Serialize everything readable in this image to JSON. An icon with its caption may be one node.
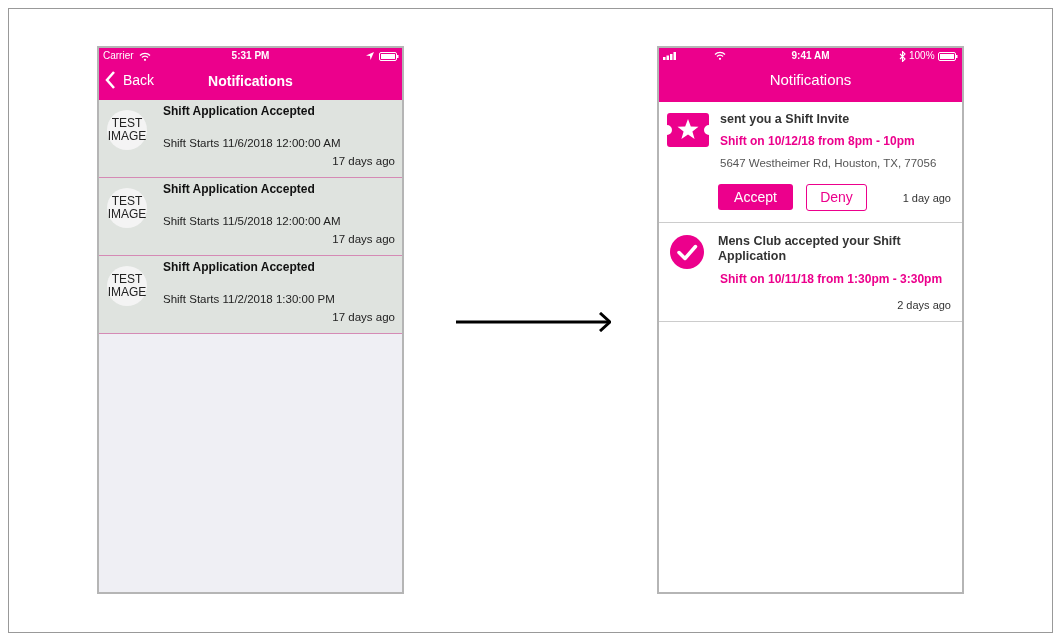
{
  "diagram": {
    "nodes": [
      {
        "text": [],
        "shape": "box"
      },
      {
        "text": [
          "Carrier",
          "5:31 PM",
          "Back",
          "Notifications"
        ],
        "in": 0
      },
      {
        "text": [
          "TEST IMAGE",
          "Shift Application Accepted",
          "Shift Starts 11/6/2018 12:00:00 AM",
          "17 days ago"
        ],
        "in": 0
      },
      {
        "text": [
          "TEST IMAGE",
          "Shift Application Accepted",
          "Shift Starts 11/5/2018 12:00:00 AM",
          "17 days ago"
        ],
        "in": 0
      },
      {
        "text": [
          "TEST IMAGE",
          "Shift Application Accepted",
          "Shift Starts 11/2/2018 1:30:00 PM",
          "17 days ago"
        ],
        "in": 0
      },
      {
        "text": [],
        "shape": "box"
      },
      {
        "text": [
          "9:41 AM",
          "100%",
          "Notifications"
        ],
        "in": 5
      },
      {
        "text": [
          "sent you a Shift Invite",
          "Shift on 10/12/18 from 8pm - 10pm",
          "5647 Westheimer Rd, Houston, TX, 77056",
          "Accept",
          "Deny",
          "1 day ago"
        ],
        "in": 5
      },
      {
        "text": [
          "Mens Club accepted your Shift Application",
          "Shift on 10/11/18 from 1:30pm - 3:30pm",
          "2 days ago"
        ],
        "in": 5
      }
    ],
    "edges": [
      {
        "from": 0,
        "to": 5,
        "arrow": "to"
      }
    ]
  }
}
